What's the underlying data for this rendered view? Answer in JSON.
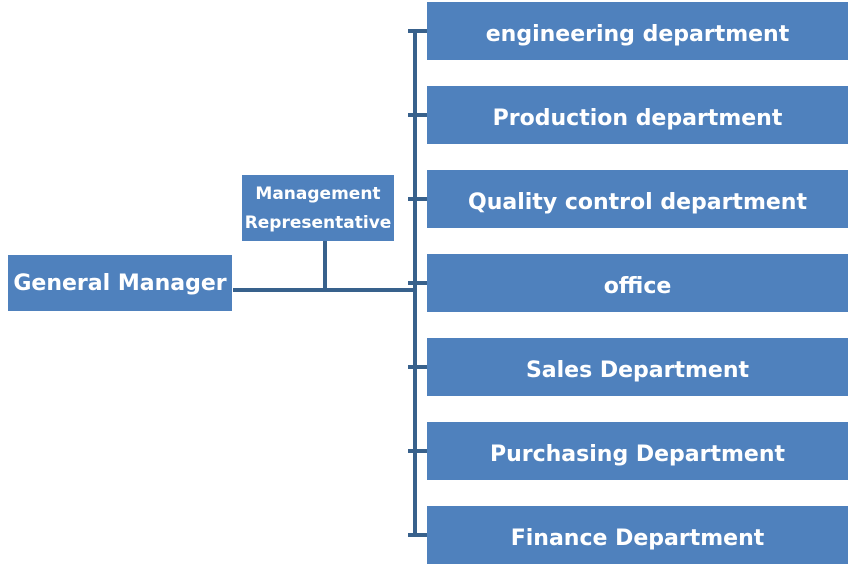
{
  "org_chart": {
    "type": "organization-chart",
    "root": {
      "label": "General Manager"
    },
    "staff_node": {
      "lines": [
        "Management",
        "Representative"
      ]
    },
    "departments": [
      "engineering department",
      "Production department",
      "Quality control department",
      "office",
      "Sales Department",
      "Purchasing Department",
      "Finance Department"
    ]
  },
  "colors": {
    "node_fill": "#4F81BD",
    "connector": "#38618C",
    "node_text": "#FFFFFF",
    "background": "#FFFFFF"
  }
}
